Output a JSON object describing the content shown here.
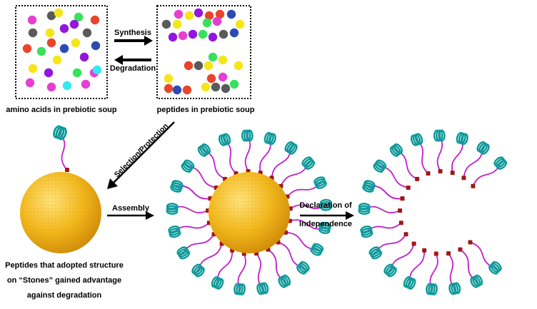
{
  "labels": {
    "amino_acids": "amino acids in prebiotic soup",
    "peptides": "peptides in prebiotic soup",
    "synthesis": "Synthesis",
    "degradation": "Degradation",
    "selection": "Selection/Protection",
    "assembly": "Assembly",
    "declaration_line1": "Declaration of",
    "declaration_line2": "Independence",
    "stones_line1": "Peptides that adopted structure",
    "stones_line2": "on “Stones” gained advantage",
    "stones_line3": "against degradation"
  },
  "colors": {
    "red": "#e8452c",
    "yellow": "#f5e61a",
    "green": "#37e15a",
    "magenta": "#e43fd0",
    "purple": "#9216dc",
    "gray": "#5a5a5a",
    "blue": "#2b4bb4",
    "cyan": "#34e7f0",
    "sphere": "#f0b820",
    "helix": "#1aaeae",
    "loop": "#c020c8",
    "anchor": "#a01818"
  }
}
